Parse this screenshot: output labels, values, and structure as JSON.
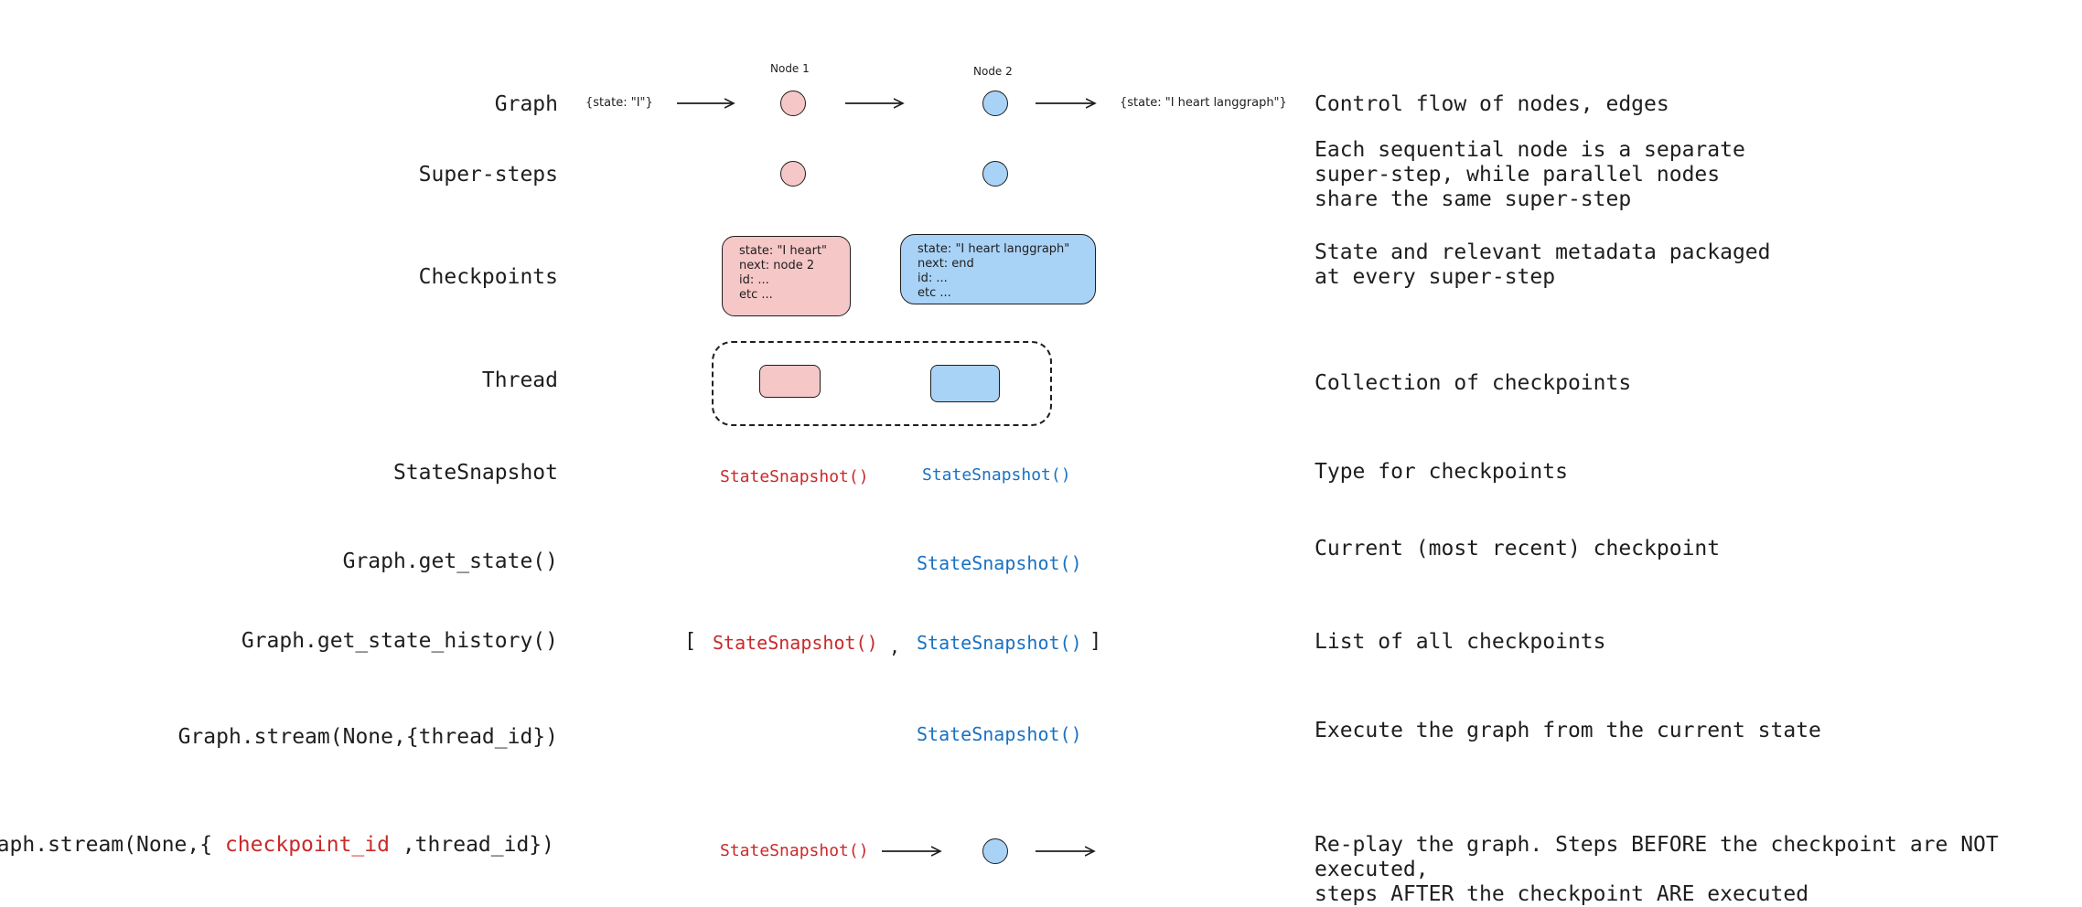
{
  "colors": {
    "ink": "#1e1e1e",
    "red_text": "#c92a2a",
    "blue_text": "#1971c2",
    "red_fill": "#f6c7c7",
    "blue_fill": "#a9d2f7"
  },
  "rows": {
    "graph": {
      "label": "Graph",
      "desc": "Control flow of nodes, edges",
      "input": "{state: \"I\"}",
      "output": "{state: \"I heart langgraph\"}",
      "node1": "Node 1",
      "node2": "Node 2"
    },
    "supersteps": {
      "label": "Super-steps",
      "desc": "Each sequential node is a separate\nsuper-step, while parallel nodes\nshare the same super-step"
    },
    "checkpoints": {
      "label": "Checkpoints",
      "desc": "State and relevant metadata packaged\nat every super-step",
      "box1": "state: \"I heart\"\nnext: node 2\nid: ...\netc ...",
      "box2": "state: \"I heart langgraph\"\nnext: end\nid: ...\netc ..."
    },
    "thread": {
      "label": "Thread",
      "desc": "Collection of checkpoints"
    },
    "snapshot": {
      "label": "StateSnapshot",
      "desc": "Type for checkpoints",
      "red": "StateSnapshot()",
      "blue": "StateSnapshot()"
    },
    "get_state": {
      "label": "Graph.get_state()",
      "desc": "Current (most recent) checkpoint",
      "blue": "StateSnapshot()"
    },
    "history": {
      "label": "Graph.get_state_history()",
      "desc": "List of all checkpoints",
      "open": "[",
      "red": "StateSnapshot()",
      "comma": ",",
      "blue": "StateSnapshot()",
      "close": "]"
    },
    "stream": {
      "label": "Graph.stream(None,{thread_id})",
      "desc": "Execute the graph from the current state",
      "blue": "StateSnapshot()"
    },
    "replay": {
      "label_pre": "Graph.stream(None,{",
      "label_mid": "checkpoint_id",
      "label_post": ",thread_id})",
      "desc": "Re-play the graph. Steps BEFORE the checkpoint are NOT executed,\nsteps AFTER the checkpoint ARE executed",
      "red": "StateSnapshot()"
    }
  }
}
